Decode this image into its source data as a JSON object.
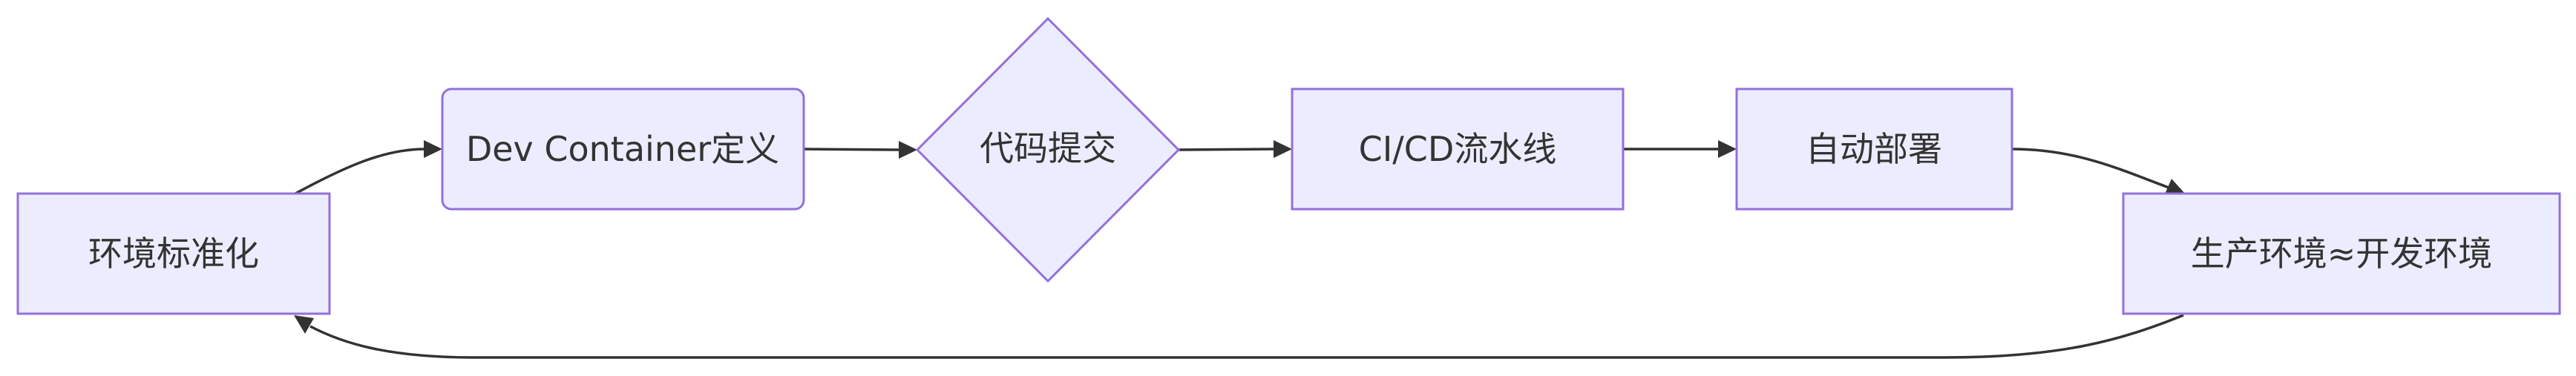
{
  "diagram": {
    "type": "flowchart",
    "nodes": {
      "env_standardization": "环境标准化",
      "dev_container": "Dev Container定义",
      "code_commit": "代码提交",
      "ci_cd": "CI/CD流水线",
      "auto_deploy": "自动部署",
      "prod_equals_dev": "生产环境≈开发环境"
    },
    "edges": [
      {
        "from": "env_standardization",
        "to": "dev_container"
      },
      {
        "from": "dev_container",
        "to": "code_commit"
      },
      {
        "from": "code_commit",
        "to": "ci_cd"
      },
      {
        "from": "ci_cd",
        "to": "auto_deploy"
      },
      {
        "from": "auto_deploy",
        "to": "prod_equals_dev"
      },
      {
        "from": "prod_equals_dev",
        "to": "env_standardization"
      }
    ],
    "colors": {
      "node_fill": "#ECECFF",
      "node_stroke": "#9370DB",
      "edge": "#333333",
      "text": "#333333"
    }
  }
}
